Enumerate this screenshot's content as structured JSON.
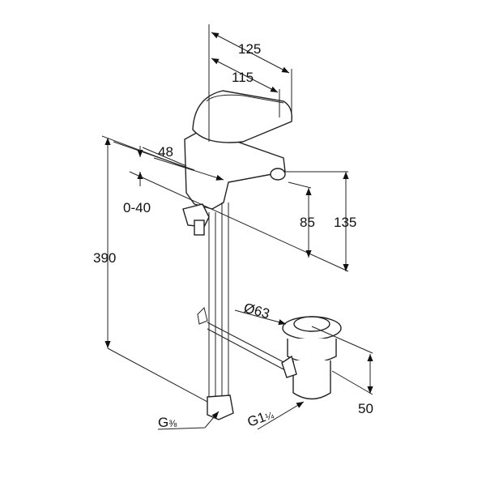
{
  "dimensions": {
    "spout_total_length": "125",
    "spout_reach": "115",
    "lever_offset": "48",
    "deck_thickness_range": "0-40",
    "total_height": "390",
    "spout_height": "85",
    "body_height": "135",
    "waste_flange_diameter": "Ø63",
    "supply_connection_main": "G",
    "supply_connection_frac": "⅜",
    "waste_thread_main": "G1",
    "waste_thread_frac": "¼",
    "waste_height": "50"
  }
}
